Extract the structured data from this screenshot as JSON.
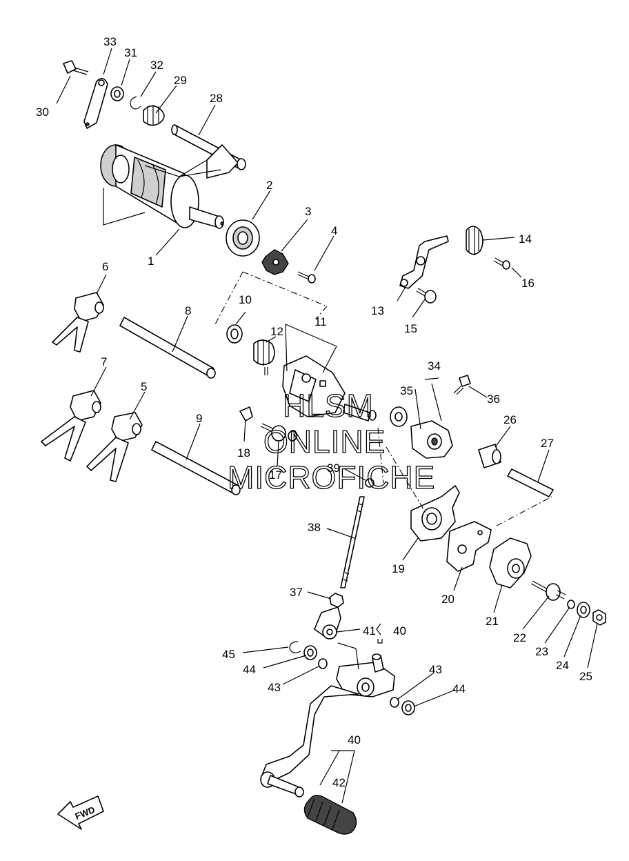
{
  "diagram": {
    "watermark": [
      "HLSM",
      "ONLINE",
      "MICROFICHE"
    ],
    "fwd_label": "FWD",
    "labels": [
      {
        "text": "1"
      },
      {
        "text": "2"
      },
      {
        "text": "3"
      },
      {
        "text": "4"
      },
      {
        "text": "5"
      },
      {
        "text": "6"
      },
      {
        "text": "7"
      },
      {
        "text": "8"
      },
      {
        "text": "9"
      },
      {
        "text": "10"
      },
      {
        "text": "11"
      },
      {
        "text": "12"
      },
      {
        "text": "13"
      },
      {
        "text": "14"
      },
      {
        "text": "15"
      },
      {
        "text": "16"
      },
      {
        "text": "17"
      },
      {
        "text": "18"
      },
      {
        "text": "19"
      },
      {
        "text": "20"
      },
      {
        "text": "21"
      },
      {
        "text": "22"
      },
      {
        "text": "23"
      },
      {
        "text": "24"
      },
      {
        "text": "25"
      },
      {
        "text": "26"
      },
      {
        "text": "27"
      },
      {
        "text": "28"
      },
      {
        "text": "29"
      },
      {
        "text": "30"
      },
      {
        "text": "31"
      },
      {
        "text": "32"
      },
      {
        "text": "33"
      },
      {
        "text": "34"
      },
      {
        "text": "35"
      },
      {
        "text": "36"
      },
      {
        "text": "37"
      },
      {
        "text": "38"
      },
      {
        "text": "39"
      },
      {
        "text": "40"
      },
      {
        "text": "41"
      },
      {
        "text": "40"
      },
      {
        "text": "42"
      },
      {
        "text": "43"
      },
      {
        "text": "43"
      },
      {
        "text": "44"
      },
      {
        "text": "44"
      },
      {
        "text": "45"
      }
    ]
  }
}
